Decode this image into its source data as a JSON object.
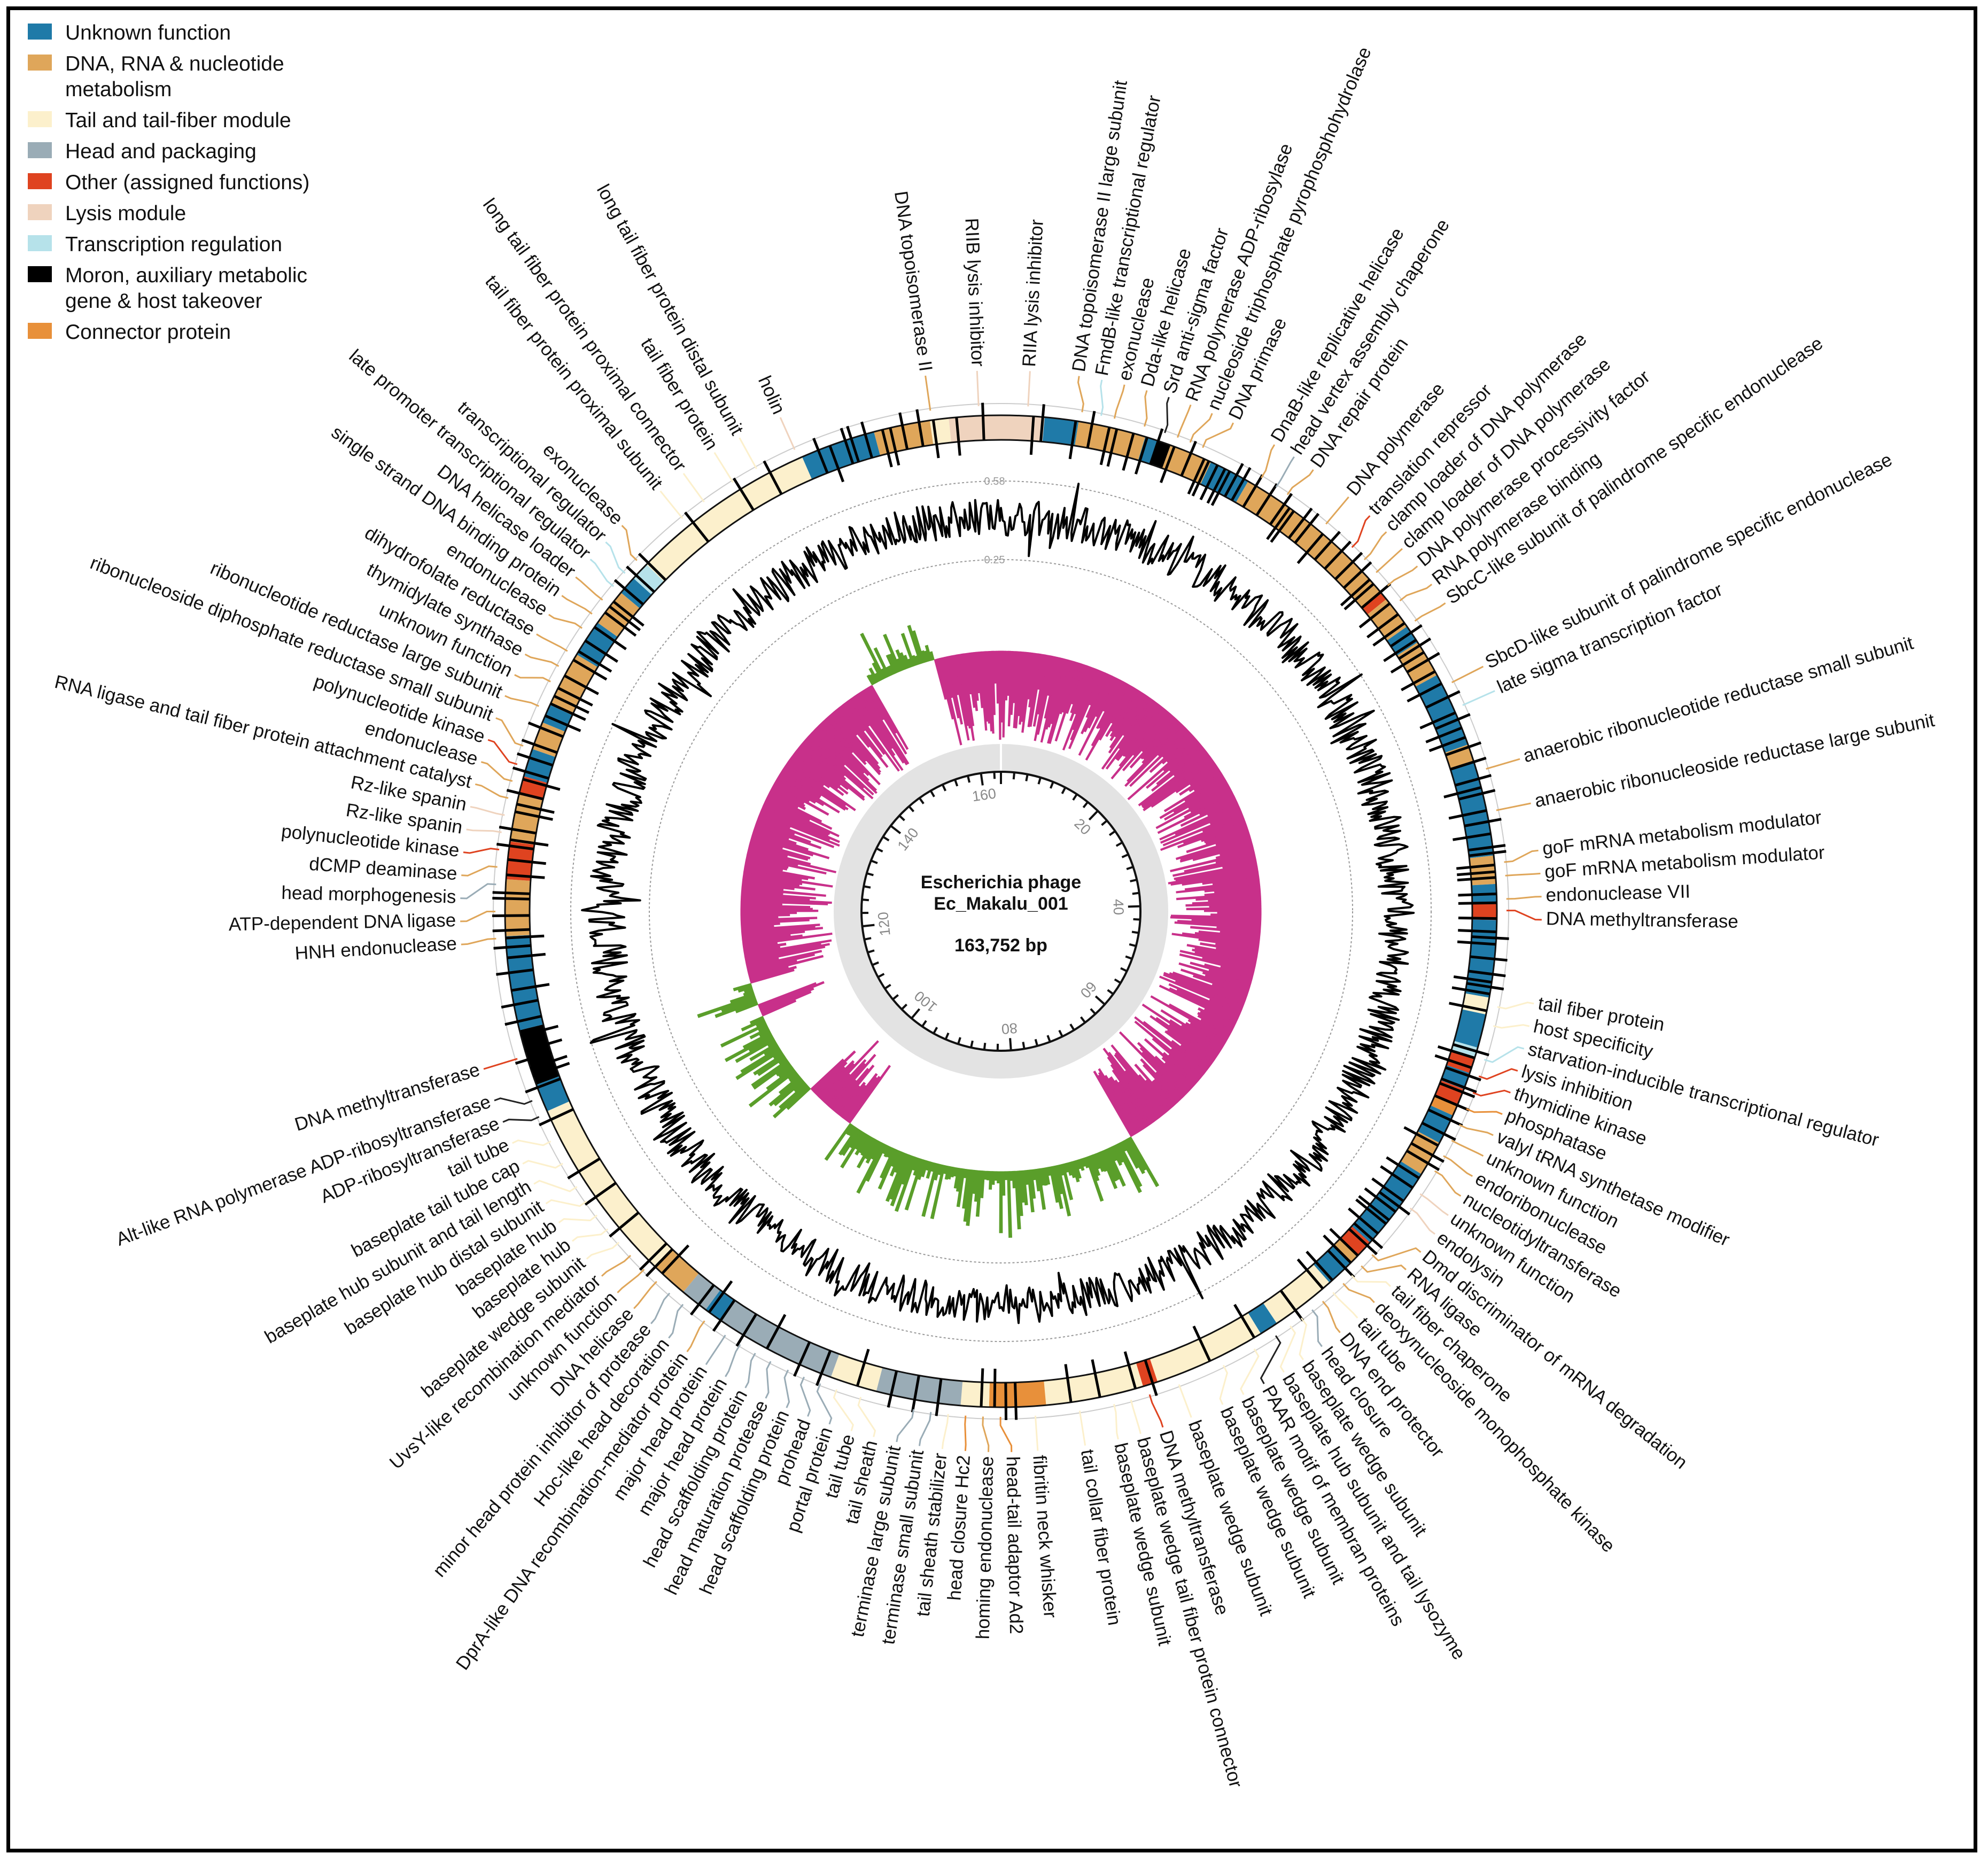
{
  "genome": {
    "name_line1": "Escherichia phage",
    "name_line2": "Ec_Makalu_001",
    "length_label": "163,752 bp",
    "length_bp": 163752,
    "scale_ticks_kb": [
      "20",
      "40",
      "60",
      "80",
      "100",
      "120",
      "140",
      "160"
    ],
    "gc_axis": {
      "max_label": "0.58",
      "min_label": "0.25"
    },
    "skew_colors": {
      "positive": "#5a9e2a",
      "negative": "#c8308a"
    }
  },
  "legend": [
    {
      "key": "unk",
      "label": "Unknown function",
      "color": "#1f7aa8"
    },
    {
      "key": "dna",
      "label": "DNA, RNA & nucleotide metabolism",
      "color": "#dfa65a"
    },
    {
      "key": "tail",
      "label": "Tail and tail-fiber module",
      "color": "#fcf0cc"
    },
    {
      "key": "head",
      "label": "Head and packaging",
      "color": "#9aacb6"
    },
    {
      "key": "other",
      "label": "Other (assigned functions)",
      "color": "#df4320"
    },
    {
      "key": "lysis",
      "label": "Lysis module",
      "color": "#efd3be"
    },
    {
      "key": "tx",
      "label": "Transcription regulation",
      "color": "#b6e2ea"
    },
    {
      "key": "moron",
      "label": "Moron, auxiliary metabolic gene & host takeover",
      "color": "#000000"
    },
    {
      "key": "conn",
      "label": "Connector protein",
      "color": "#e8903a"
    }
  ],
  "gene_regions": [
    [
      0,
      2.3,
      "lysis"
    ],
    [
      2.3,
      4.1,
      "unk"
    ],
    [
      4.1,
      7.7,
      "dna"
    ],
    [
      7.7,
      8.4,
      "unk"
    ],
    [
      8.4,
      9.1,
      "moron"
    ],
    [
      9.1,
      11.4,
      "dna"
    ],
    [
      11.4,
      13.6,
      "unk"
    ],
    [
      13.6,
      22.7,
      "dna"
    ],
    [
      22.7,
      23.2,
      "other"
    ],
    [
      23.2,
      25,
      "dna"
    ],
    [
      25,
      26,
      "unk"
    ],
    [
      26,
      28,
      "dna"
    ],
    [
      28,
      32,
      "unk"
    ],
    [
      32,
      33,
      "dna"
    ],
    [
      33,
      38,
      "unk"
    ],
    [
      38,
      39.5,
      "dna"
    ],
    [
      39.5,
      40.5,
      "unk"
    ],
    [
      40.5,
      41.4,
      "other"
    ],
    [
      41.4,
      45.5,
      "unk"
    ],
    [
      45.5,
      46.4,
      "tail"
    ],
    [
      46.4,
      48.2,
      "unk"
    ],
    [
      48.2,
      48.7,
      "tx"
    ],
    [
      48.7,
      49.6,
      "other"
    ],
    [
      49.6,
      50.5,
      "unk"
    ],
    [
      50.5,
      51.4,
      "other"
    ],
    [
      51.4,
      52,
      "conn"
    ],
    [
      52,
      53.6,
      "unk"
    ],
    [
      53.6,
      55.5,
      "dna"
    ],
    [
      55.5,
      60,
      "unk"
    ],
    [
      60,
      61,
      "other"
    ],
    [
      61,
      61.5,
      "dna"
    ],
    [
      61.5,
      63,
      "unk"
    ],
    [
      63,
      66.5,
      "tail"
    ],
    [
      66.5,
      67.5,
      "unk"
    ],
    [
      67.5,
      73.5,
      "tail"
    ],
    [
      73.5,
      74.3,
      "other"
    ],
    [
      74.3,
      79.5,
      "tail"
    ],
    [
      79.5,
      82.5,
      "conn"
    ],
    [
      82.5,
      84,
      "tail"
    ],
    [
      84,
      88.5,
      "head"
    ],
    [
      88.5,
      91,
      "tail"
    ],
    [
      91,
      97.5,
      "head"
    ],
    [
      97.5,
      98.5,
      "unk"
    ],
    [
      98.5,
      100,
      "head"
    ],
    [
      100,
      102,
      "dna"
    ],
    [
      102,
      112,
      "tail"
    ],
    [
      112,
      113.5,
      "unk"
    ],
    [
      113.5,
      116.5,
      "moron"
    ],
    [
      116.5,
      121.5,
      "unk"
    ],
    [
      121.5,
      124.5,
      "dna"
    ],
    [
      124.5,
      126.5,
      "other"
    ],
    [
      126.5,
      129,
      "dna"
    ],
    [
      129,
      130,
      "other"
    ],
    [
      130,
      131.5,
      "unk"
    ],
    [
      131.5,
      133,
      "dna"
    ],
    [
      133,
      134,
      "unk"
    ],
    [
      134,
      137,
      "dna"
    ],
    [
      137,
      139,
      "unk"
    ],
    [
      139,
      141,
      "dna"
    ],
    [
      141,
      142,
      "unk"
    ],
    [
      142,
      143,
      "tx"
    ],
    [
      143,
      153,
      "tail"
    ],
    [
      153,
      157,
      "unk"
    ],
    [
      157,
      160,
      "dna"
    ],
    [
      160,
      161,
      "tail"
    ],
    [
      161,
      163.752,
      "lysis"
    ]
  ],
  "gene_labels": [
    {
      "text": "RIIA lysis inhibitor",
      "kb": 1.4,
      "cat": "lysis"
    },
    {
      "text": "DNA topoisomerase II large subunit",
      "kb": 4.2,
      "cat": "dna"
    },
    {
      "text": "FmdB-like transcriptional regulator",
      "kb": 5.2,
      "cat": "tx"
    },
    {
      "text": "exonuclease",
      "kb": 5.9,
      "cat": "dna"
    },
    {
      "text": "Dda-like helicase",
      "kb": 7.5,
      "cat": "dna"
    },
    {
      "text": "Srd anti-sigma factor",
      "kb": 8.6,
      "cat": "moron"
    },
    {
      "text": "RNA polymerase ADP-ribosylase",
      "kb": 9.3,
      "cat": "dna"
    },
    {
      "text": "nucleoside triphosphate pyrophosphohydrolase",
      "kb": 10.0,
      "cat": "dna"
    },
    {
      "text": "DNA primase",
      "kb": 10.7,
      "cat": "dna"
    },
    {
      "text": "DnaB-like replicative helicase",
      "kb": 14.1,
      "cat": "dna"
    },
    {
      "text": "head vertex assembly chaperone",
      "kb": 15.0,
      "cat": "head"
    },
    {
      "text": "DNA repair protein",
      "kb": 15.7,
      "cat": "dna"
    },
    {
      "text": "DNA polymerase",
      "kb": 18.2,
      "cat": "dna"
    },
    {
      "text": "translation repressor",
      "kb": 20.0,
      "cat": "other"
    },
    {
      "text": "clamp loader of DNA polymerase",
      "kb": 20.9,
      "cat": "dna"
    },
    {
      "text": "clamp loader of DNA polymerase",
      "kb": 21.8,
      "cat": "dna"
    },
    {
      "text": "DNA polymerase processivity factor",
      "kb": 22.7,
      "cat": "dna"
    },
    {
      "text": "RNA polymerase binding",
      "kb": 23.7,
      "cat": "dna"
    },
    {
      "text": "SbcC-like subunit of palindrome specific endonuclease",
      "kb": 25.0,
      "cat": "dna"
    },
    {
      "text": "SbcD-like subunit of palindrome specific endonuclease",
      "kb": 28.7,
      "cat": "dna"
    },
    {
      "text": "late sigma transcription factor",
      "kb": 30.0,
      "cat": "tx"
    },
    {
      "text": "anaerobic ribonucleotide reductase small subunit",
      "kb": 33.5,
      "cat": "dna"
    },
    {
      "text": "anaerobic ribonucleoside reductase large subunit",
      "kb": 35.7,
      "cat": "dna"
    },
    {
      "text": "goF mRNA metabolism modulator",
      "kb": 38.4,
      "cat": "dna"
    },
    {
      "text": "goF mRNA metabolism modulator",
      "kb": 39.1,
      "cat": "dna"
    },
    {
      "text": "endonuclease VII",
      "kb": 40.3,
      "cat": "dna"
    },
    {
      "text": "DNA methyltransferase",
      "kb": 40.9,
      "cat": "other"
    },
    {
      "text": "tail fiber protein",
      "kb": 45.9,
      "cat": "tail"
    },
    {
      "text": "host specificity",
      "kb": 46.9,
      "cat": "tail"
    },
    {
      "text": "starvation-inducible transcriptional regulator",
      "kb": 48.7,
      "cat": "tx"
    },
    {
      "text": "lysis inhibition",
      "kb": 49.6,
      "cat": "other"
    },
    {
      "text": "thymidine kinase",
      "kb": 50.5,
      "cat": "other"
    },
    {
      "text": "phosphatase",
      "kb": 51.4,
      "cat": "conn"
    },
    {
      "text": "valyl tRNA synthetase modifier",
      "kb": 52.3,
      "cat": "dna"
    },
    {
      "text": "unknown function",
      "kb": 53.2,
      "cat": "dna"
    },
    {
      "text": "endoribonuclease",
      "kb": 54.1,
      "cat": "dna"
    },
    {
      "text": "nucleotidyltransferase",
      "kb": 55.0,
      "cat": "dna"
    },
    {
      "text": "unknown function",
      "kb": 56.4,
      "cat": "lysis"
    },
    {
      "text": "endolysin",
      "kb": 57.3,
      "cat": "lysis"
    },
    {
      "text": "Dmd discriminator of mRNA degradation",
      "kb": 60.4,
      "cat": "dna"
    },
    {
      "text": "RNA ligase",
      "kb": 61.2,
      "cat": "dna"
    },
    {
      "text": "tail fiber chaperone",
      "kb": 61.9,
      "cat": "tail"
    },
    {
      "text": "deoxynucleoside monophosphate kinase",
      "kb": 62.5,
      "cat": "dna"
    },
    {
      "text": "tail tube",
      "kb": 63.2,
      "cat": "tail"
    },
    {
      "text": "DNA end protector",
      "kb": 63.9,
      "cat": "dna"
    },
    {
      "text": "head closure",
      "kb": 64.6,
      "cat": "head"
    },
    {
      "text": "baseplate wedge subunit",
      "kb": 65.3,
      "cat": "tail"
    },
    {
      "text": "baseplate hub subunit and tail lysozyme",
      "kb": 66.0,
      "cat": "tail"
    },
    {
      "text": "PAAR motif of membran proteins",
      "kb": 66.9,
      "cat": "moron"
    },
    {
      "text": "baseplate wedge subunit",
      "kb": 68.2,
      "cat": "tail"
    },
    {
      "text": "baseplate wedge subunit",
      "kb": 70.0,
      "cat": "tail"
    },
    {
      "text": "baseplate wedge subunit",
      "kb": 72.5,
      "cat": "tail"
    },
    {
      "text": "DNA methyltransferase",
      "kb": 74.1,
      "cat": "other"
    },
    {
      "text": "baseplate wedge tail fiber protein connector",
      "kb": 75.1,
      "cat": "tail"
    },
    {
      "text": "baseplate wedge subunit",
      "kb": 76.0,
      "cat": "tail"
    },
    {
      "text": "tail collar fiber protein",
      "kb": 77.8,
      "cat": "tail"
    },
    {
      "text": "fibritin neck whisker",
      "kb": 80.1,
      "cat": "tail"
    },
    {
      "text": "head-tail adaptor Ad2",
      "kb": 81.9,
      "cat": "conn"
    },
    {
      "text": "homing endonuclease",
      "kb": 82.8,
      "cat": "dna"
    },
    {
      "text": "head closure Hc2",
      "kb": 83.7,
      "cat": "conn"
    },
    {
      "text": "tail sheath stabilizer",
      "kb": 84.6,
      "cat": "tail"
    },
    {
      "text": "terminase small subunit",
      "kb": 85.5,
      "cat": "head"
    },
    {
      "text": "terminase large subunit",
      "kb": 86.4,
      "cat": "head"
    },
    {
      "text": "tail sheath",
      "kb": 89.2,
      "cat": "tail"
    },
    {
      "text": "tail tube",
      "kb": 90.5,
      "cat": "tail"
    },
    {
      "text": "portal protein",
      "kb": 91.4,
      "cat": "head"
    },
    {
      "text": "prohead",
      "kb": 92.3,
      "cat": "head"
    },
    {
      "text": "head scaffolding protein",
      "kb": 93.2,
      "cat": "head"
    },
    {
      "text": "head maturation protease",
      "kb": 94.2,
      "cat": "head"
    },
    {
      "text": "head scaffolding protein",
      "kb": 95.1,
      "cat": "head"
    },
    {
      "text": "major head protein",
      "kb": 96.0,
      "cat": "head"
    },
    {
      "text": "major head protein",
      "kb": 96.9,
      "cat": "head"
    },
    {
      "text": "DprA-like DNA recombination-mediator protein",
      "kb": 98.2,
      "cat": "dna"
    },
    {
      "text": "Hoc-like head decoration",
      "kb": 99.6,
      "cat": "head"
    },
    {
      "text": "minor head protein inhibitor of protease",
      "kb": 100.5,
      "cat": "head"
    },
    {
      "text": "DNA helicase",
      "kb": 101.4,
      "cat": "dna"
    },
    {
      "text": "unknown function",
      "kb": 102.3,
      "cat": "dna"
    },
    {
      "text": "UvsY-like recombination mediator",
      "kb": 103.3,
      "cat": "dna"
    },
    {
      "text": "baseplate wedge subunit",
      "kb": 104.2,
      "cat": "tail"
    },
    {
      "text": "baseplate hub",
      "kb": 105.1,
      "cat": "tail"
    },
    {
      "text": "baseplate hub",
      "kb": 106.0,
      "cat": "tail"
    },
    {
      "text": "baseplate hub distal subunit",
      "kb": 106.9,
      "cat": "tail"
    },
    {
      "text": "baseplate hub subunit and tail length",
      "kb": 107.8,
      "cat": "tail"
    },
    {
      "text": "baseplate tail tube cap",
      "kb": 109.2,
      "cat": "tail"
    },
    {
      "text": "tail tube",
      "kb": 110.5,
      "cat": "tail"
    },
    {
      "text": "ADP-ribosyltransferase",
      "kb": 111.9,
      "cat": "moron"
    },
    {
      "text": "Alt-like RNA polymerase ADP-ribosyltransferase",
      "kb": 112.8,
      "cat": "moron"
    },
    {
      "text": "DNA methyltransferase",
      "kb": 115.1,
      "cat": "other"
    },
    {
      "text": "HNH endonuclease",
      "kb": 121.4,
      "cat": "dna"
    },
    {
      "text": "ATP-dependent DNA ligase",
      "kb": 122.8,
      "cat": "dna"
    },
    {
      "text": "head morphogenesis",
      "kb": 124.2,
      "cat": "head"
    },
    {
      "text": "dCMP deaminase",
      "kb": 125.1,
      "cat": "dna"
    },
    {
      "text": "polynucleotide kinase",
      "kb": 126.0,
      "cat": "other"
    },
    {
      "text": "Rz-like spanin",
      "kb": 126.9,
      "cat": "lysis"
    },
    {
      "text": "Rz-like spanin",
      "kb": 127.8,
      "cat": "lysis"
    },
    {
      "text": "RNA ligase and tail fiber protein attachment catalyst",
      "kb": 128.7,
      "cat": "dna"
    },
    {
      "text": "endonuclease",
      "kb": 129.6,
      "cat": "dna"
    },
    {
      "text": "polynucleotide kinase",
      "kb": 130.5,
      "cat": "other"
    },
    {
      "text": "ribonucleoside diphosphate reductase small subunit",
      "kb": 131.5,
      "cat": "dna"
    },
    {
      "text": "ribonucleotide reductase large subunit",
      "kb": 133.7,
      "cat": "dna"
    },
    {
      "text": "unknown function",
      "kb": 135.1,
      "cat": "dna"
    },
    {
      "text": "thymidylate synthase",
      "kb": 136.0,
      "cat": "dna"
    },
    {
      "text": "dihydrofolate reductase",
      "kb": 136.9,
      "cat": "dna"
    },
    {
      "text": "endonuclease",
      "kb": 138.3,
      "cat": "dna"
    },
    {
      "text": "single strand DNA binding protein",
      "kb": 139.2,
      "cat": "dna"
    },
    {
      "text": "DNA helicase loader",
      "kb": 140.1,
      "cat": "dna"
    },
    {
      "text": "late promoter transcriptional regulator",
      "kb": 141.0,
      "cat": "tx"
    },
    {
      "text": "transcriptional regulator",
      "kb": 141.9,
      "cat": "tx"
    },
    {
      "text": "exonuclease",
      "kb": 142.8,
      "cat": "dna"
    },
    {
      "text": "tail fiber protein proximal subunit",
      "kb": 146.0,
      "cat": "tail"
    },
    {
      "text": "long tail fiber protein proximal connector",
      "kb": 147.4,
      "cat": "tail"
    },
    {
      "text": "tail fiber protein",
      "kb": 149.2,
      "cat": "tail"
    },
    {
      "text": "long tail fiber protein distal subunit",
      "kb": 150.6,
      "cat": "tail"
    },
    {
      "text": "holin",
      "kb": 152.8,
      "cat": "lysis"
    },
    {
      "text": "DNA topoisomerase II",
      "kb": 160.1,
      "cat": "dna"
    },
    {
      "text": "RIIB lysis inhibitor",
      "kb": 162.6,
      "cat": "lysis"
    }
  ]
}
